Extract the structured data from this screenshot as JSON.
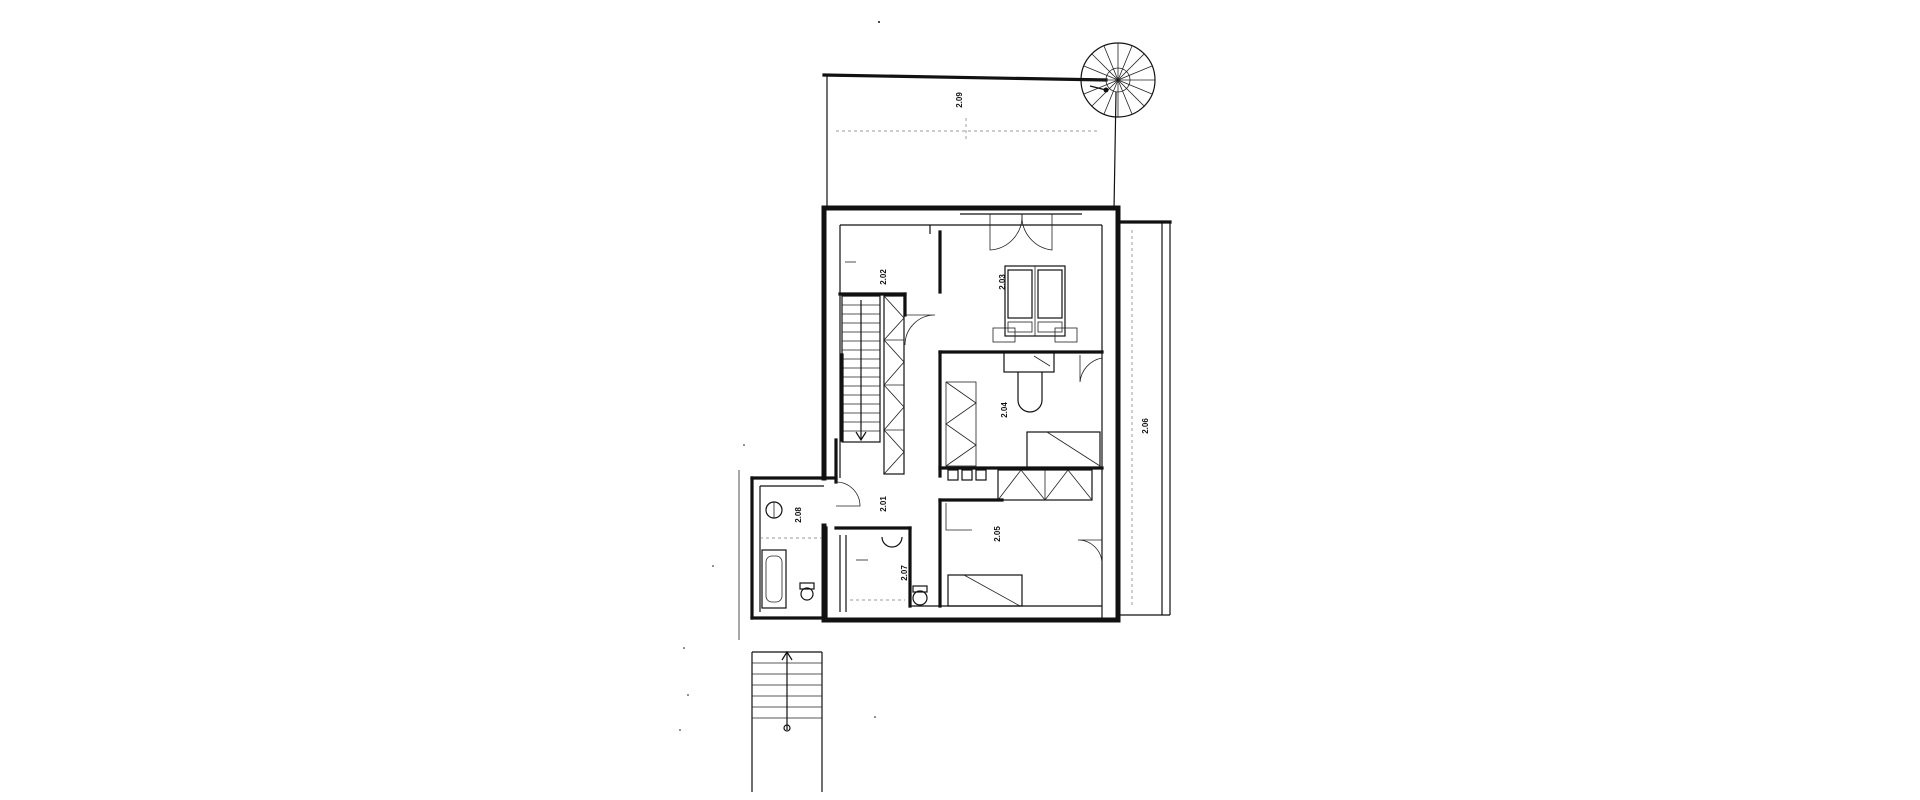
{
  "rooms": {
    "r209": "2.09",
    "r202": "2.02",
    "r203": "2.03",
    "r204": "2.04",
    "r201": "2.01",
    "r205": "2.05",
    "r206": "2.06",
    "r208": "2.08",
    "r207": "2.07"
  }
}
